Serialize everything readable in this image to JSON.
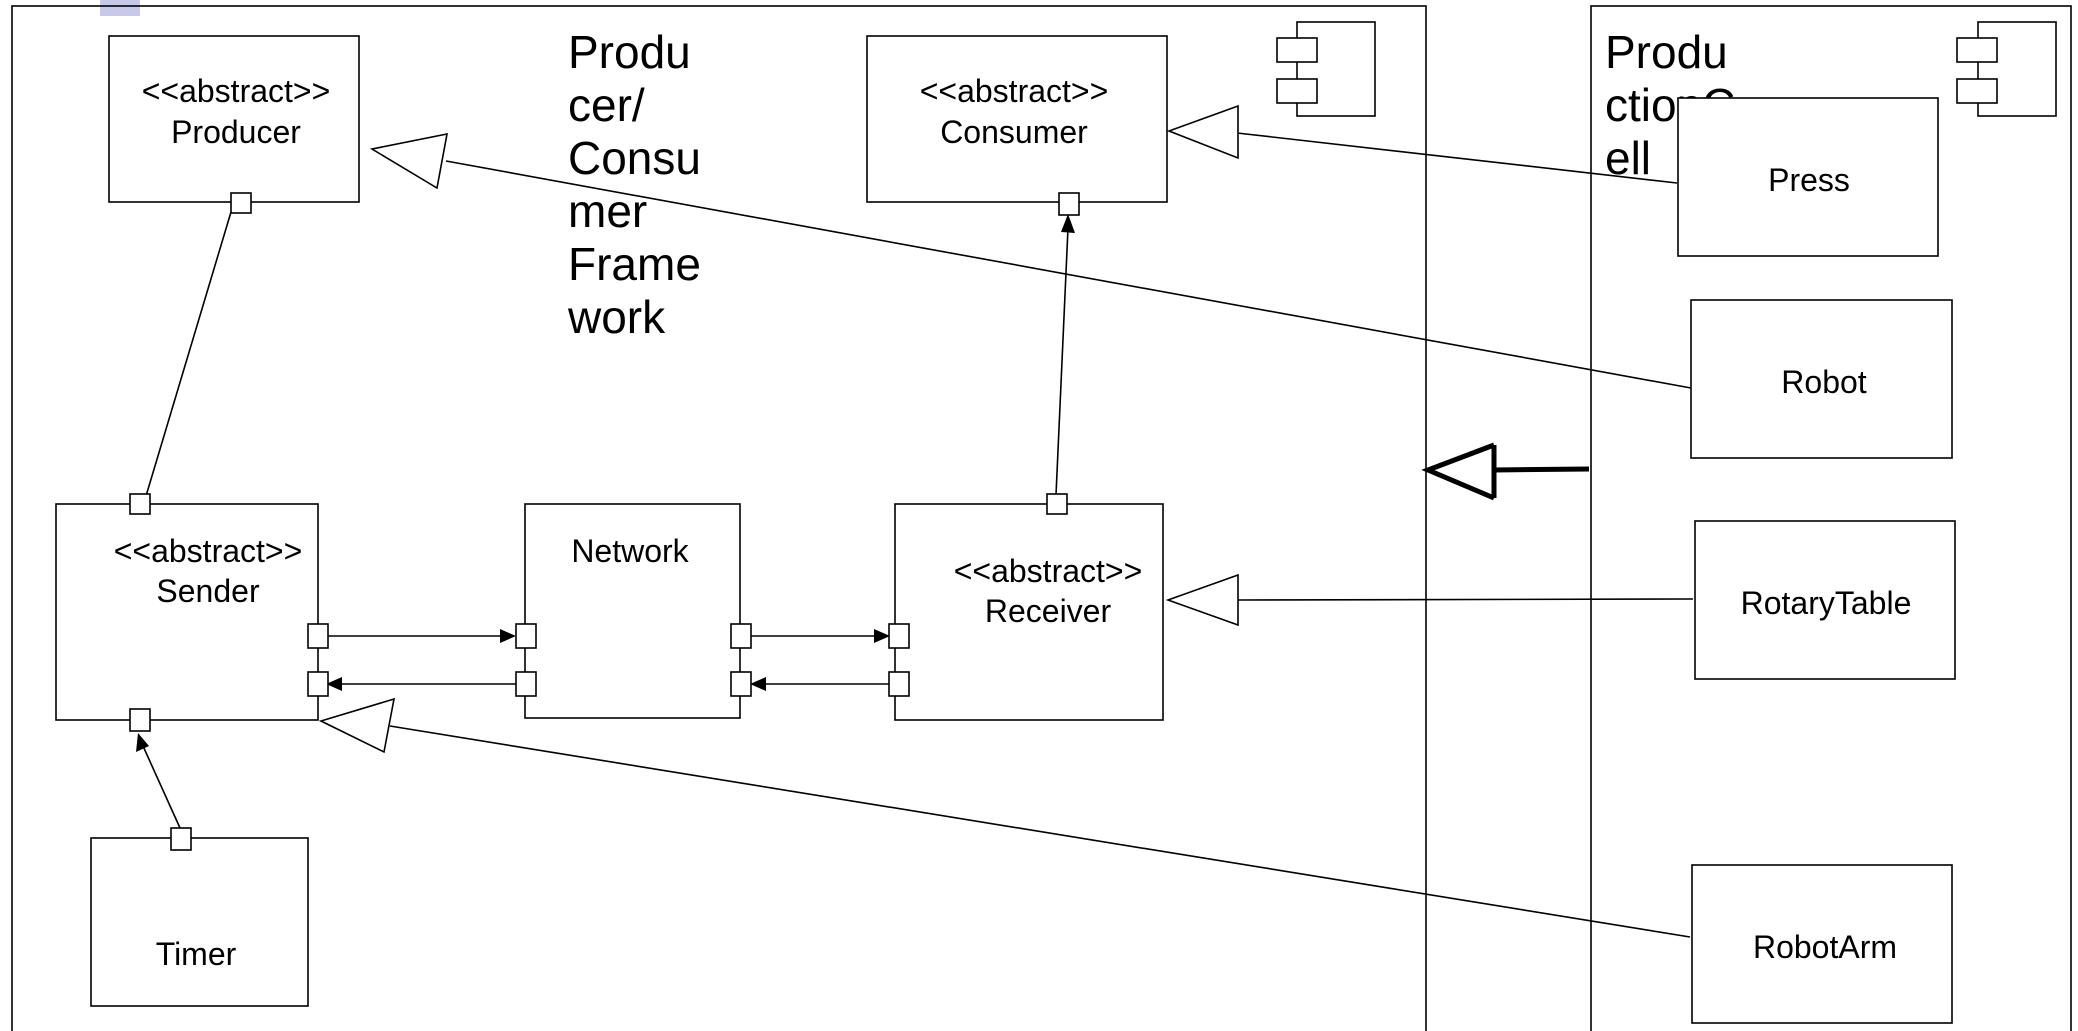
{
  "packages": {
    "framework": {
      "title_lines": [
        "Produ",
        "cer/",
        "Consu",
        "mer",
        "Frame",
        "work"
      ]
    },
    "production_cell": {
      "title_lines": [
        "Produ",
        "ctionC",
        "ell"
      ]
    }
  },
  "components": {
    "producer": {
      "stereotype": "<<abstract>>",
      "name": "Producer"
    },
    "consumer": {
      "stereotype": "<<abstract>>",
      "name": "Consumer"
    },
    "sender": {
      "stereotype": "<<abstract>>",
      "name": "Sender"
    },
    "network": {
      "name": "Network"
    },
    "receiver": {
      "stereotype": "<<abstract>>",
      "name": "Receiver"
    },
    "timer": {
      "name": "Timer"
    },
    "press": {
      "name": "Press"
    },
    "robot": {
      "name": "Robot"
    },
    "rotary_table": {
      "name": "RotaryTable"
    },
    "robot_arm": {
      "name": "RobotArm"
    }
  },
  "icons": {
    "framework_component_icon": "uml-component-icon",
    "cell_component_icon": "uml-component-icon"
  },
  "colors": {
    "stroke": "#000000",
    "background": "#ffffff",
    "corner_accent": "#c8c8e8"
  }
}
